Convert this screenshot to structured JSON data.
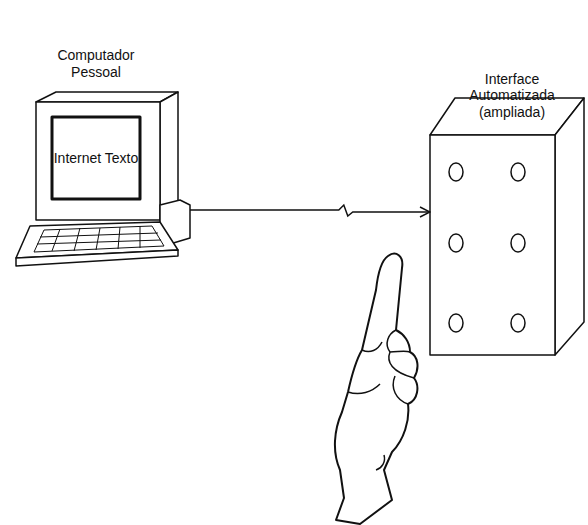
{
  "diagram": {
    "nodes": [
      {
        "text": [
          "Computador Pessoal",
          "Internet Texto"
        ]
      },
      {
        "text": [
          "Interface Automatizada (ampliada)"
        ]
      }
    ],
    "edges": [
      {
        "from": 0,
        "to": 1,
        "arrow": "to"
      }
    ]
  }
}
